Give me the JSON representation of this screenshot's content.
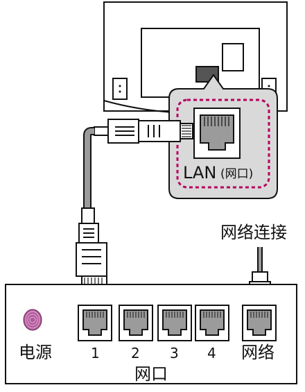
{
  "labels": {
    "lan_port": "LAN",
    "lan_port_sub": "(网口)",
    "network_connection": "网络连接",
    "power": "电源",
    "port_numbers": [
      "1",
      "2",
      "3",
      "4"
    ],
    "network": "网络",
    "ports_group": "网口"
  },
  "colors": {
    "outline": "#111111",
    "callout_fill": "#d9d9d9",
    "dashed_highlight": "#b8005d",
    "power_led": "#b05a9a",
    "port_fill": "#9b9b9b"
  },
  "icons": [
    "tv-back",
    "lan-socket",
    "ethernet-plug",
    "router",
    "power-led",
    "rj45-port",
    "phone-plug"
  ]
}
